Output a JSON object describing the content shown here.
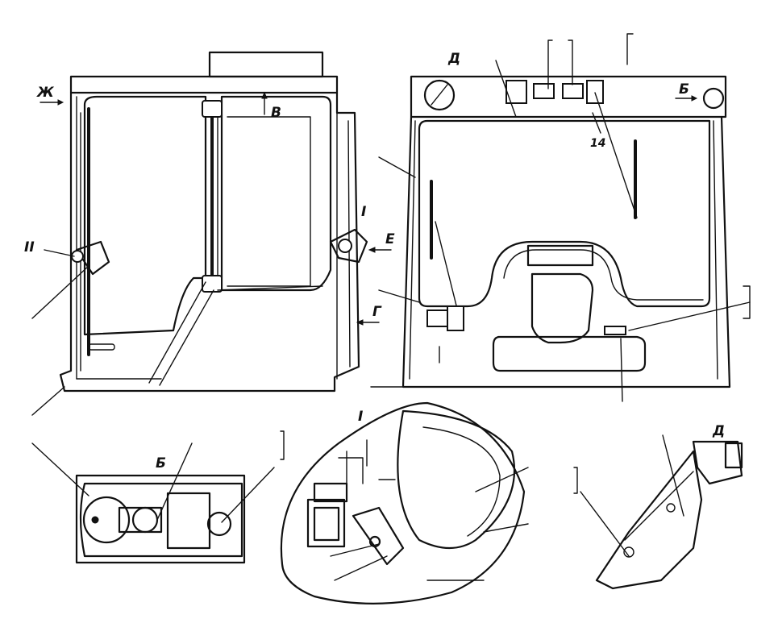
{
  "labels": {
    "zh": "Ж",
    "v": "В",
    "ii": "II",
    "i_main": "I",
    "e": "Е",
    "g": "Г",
    "d_top": "Д",
    "b_top": "Б",
    "num_14": "14",
    "b_detail": "Б",
    "i_detail": "I",
    "d_detail": "Д"
  }
}
